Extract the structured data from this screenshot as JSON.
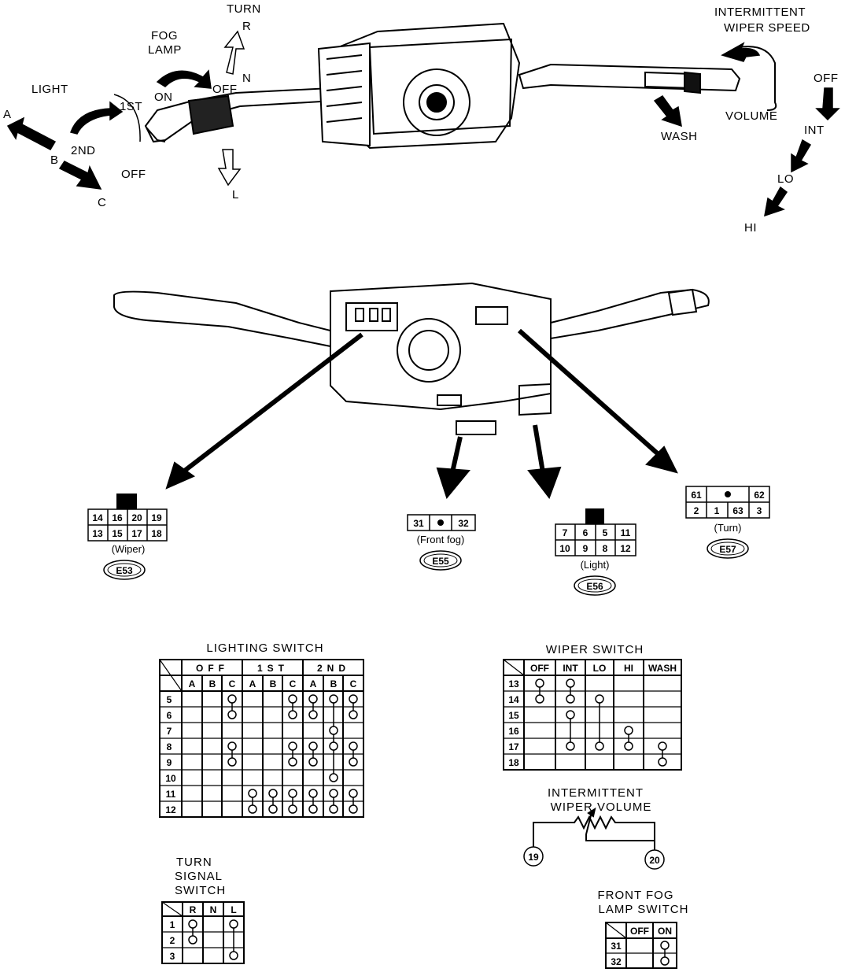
{
  "combo_switch": {
    "labels": {
      "turn": "TURN",
      "turn_r": "R",
      "turn_n": "N",
      "turn_l": "L",
      "fog_lamp_1": "FOG",
      "fog_lamp_2": "LAMP",
      "fog_on": "ON",
      "fog_off": "OFF",
      "light": "LIGHT",
      "first": "1ST",
      "second": "2ND",
      "light_off": "OFF",
      "pos_a": "A",
      "pos_b": "B",
      "pos_c": "C",
      "int_speed_1": "INTERMITTENT",
      "int_speed_2": "WIPER SPEED",
      "volume": "VOLUME",
      "wash": "WASH",
      "wiper_off": "OFF",
      "wiper_int": "INT",
      "wiper_lo": "LO",
      "wiper_hi": "HI"
    }
  },
  "connectors": {
    "e53": {
      "code": "E53",
      "caption": "(Wiper)",
      "row1": [
        "14",
        "16",
        "20",
        "19"
      ],
      "row2": [
        "13",
        "15",
        "17",
        "18"
      ]
    },
    "e55": {
      "code": "E55",
      "caption": "(Front fog)",
      "left": "31",
      "right": "32"
    },
    "e56": {
      "code": "E56",
      "caption": "(Light)",
      "row1": [
        "7",
        "6",
        "5",
        "11"
      ],
      "row2": [
        "10",
        "9",
        "8",
        "12"
      ]
    },
    "e57": {
      "code": "E57",
      "caption": "(Turn)",
      "row1": [
        "61",
        "",
        "62"
      ],
      "row2": [
        "2",
        "1",
        "63",
        "3"
      ]
    }
  },
  "lighting_switch": {
    "title": "LIGHTING SWITCH",
    "groups": [
      "OFF",
      "1ST",
      "2ND"
    ],
    "positions": [
      "A",
      "B",
      "C",
      "A",
      "B",
      "C",
      "A",
      "B",
      "C"
    ],
    "rows": [
      "5",
      "6",
      "7",
      "8",
      "9",
      "10",
      "11",
      "12"
    ]
  },
  "wiper_switch": {
    "title": "WIPER SWITCH",
    "columns": [
      "OFF",
      "INT",
      "LO",
      "HI",
      "WASH"
    ],
    "rows": [
      "13",
      "14",
      "15",
      "16",
      "17",
      "18"
    ]
  },
  "intermittent_volume": {
    "title_1": "INTERMITTENT",
    "title_2": "WIPER VOLUME",
    "terminal_a": "19",
    "terminal_b": "20"
  },
  "turn_signal_switch": {
    "title_1": "TURN",
    "title_2": "SIGNAL",
    "title_3": "SWITCH",
    "columns": [
      "R",
      "N",
      "L"
    ],
    "rows": [
      "1",
      "2",
      "3"
    ]
  },
  "front_fog_switch": {
    "title_1": "FRONT FOG",
    "title_2": "LAMP SWITCH",
    "columns": [
      "OFF",
      "ON"
    ],
    "rows": [
      "31",
      "32"
    ]
  }
}
